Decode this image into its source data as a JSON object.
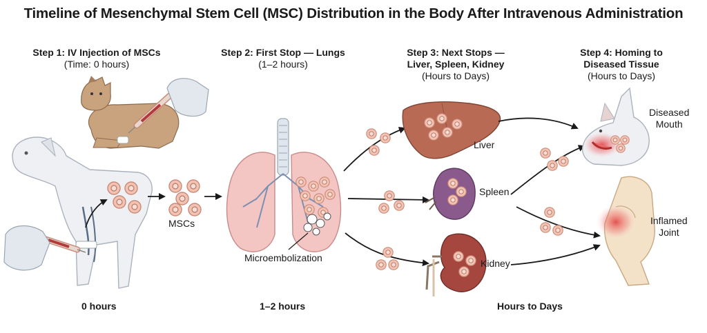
{
  "title": "Timeline of Mesenchymal Stem Cell (MSC) Distribution in the Body After Intravenous Administration",
  "steps": [
    {
      "heading": "Step 1: IV Injection of MSCs",
      "sub": "(Time: 0 hours)"
    },
    {
      "heading": "Step 2: First Stop — Lungs",
      "sub": "(1–2 hours)"
    },
    {
      "heading_line1": "Step 3: Next Stops —",
      "heading_line2": "Liver, Spleen, Kidney",
      "sub": "(Hours to Days)"
    },
    {
      "heading_line1": "Step 4: Homing to",
      "heading_line2": "Diseased Tissue",
      "sub": "(Hours to Days)"
    }
  ],
  "labels": {
    "mscs": "MSCs",
    "microembolization": "Microembolization",
    "liver": "Liver",
    "spleen": "Spleen",
    "kidney": "Kidney",
    "diseased_mouth_1": "Diseased",
    "diseased_mouth_2": "Mouth",
    "inflamed_joint_1": "Inflamed",
    "inflamed_joint_2": "Joint"
  },
  "timeline": {
    "t0": "0 hours",
    "t1": "1–2 hours",
    "t2": "Hours to Days"
  },
  "colors": {
    "cell_fill": "#f2c2b3",
    "cell_ring": "#c98a78",
    "lung": "#f3c6c4",
    "liver": "#b86a55",
    "spleen": "#8a5a8c",
    "kidney": "#a6473f",
    "inflammation": "#e03a3a"
  }
}
